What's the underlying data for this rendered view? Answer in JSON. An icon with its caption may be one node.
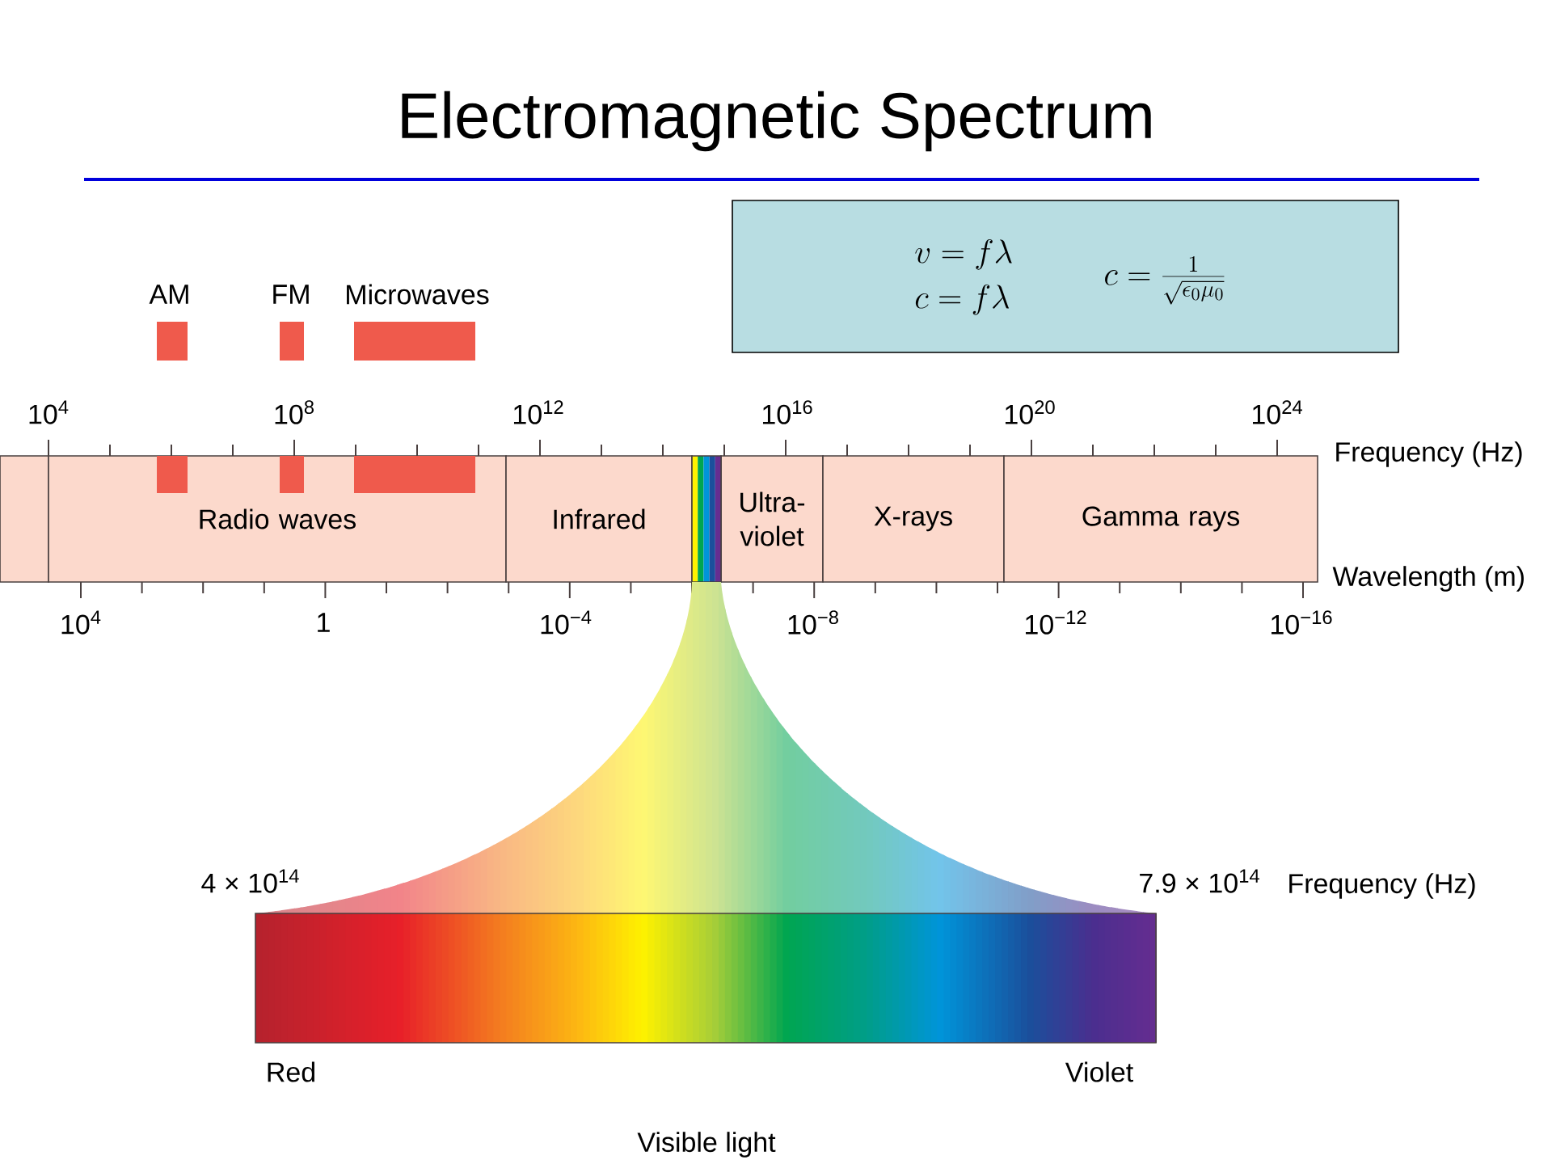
{
  "diagram": {
    "title": "Electromagnetic Spectrum",
    "nodes": [
      {
        "text": [
          "Radio waves"
        ]
      },
      {
        "text": [
          "Infrared"
        ]
      },
      {
        "text": [
          "Ultra- violet"
        ]
      },
      {
        "text": [
          "X-rays"
        ]
      },
      {
        "text": [
          "Gamma rays"
        ]
      },
      {
        "text": [
          "v = f\\lambda",
          "c = f\\lambda",
          "c = \\frac{1}{\\sqrt{\\epsilon_0 \\mu_0}}"
        ]
      },
      {
        "text": [],
        "shape": "bar",
        "beside": [
          "Red",
          "Violet",
          "Visible light"
        ]
      }
    ],
    "labels": [
      "AM",
      "FM",
      "Microwaves",
      "10$^{4}$",
      "10$^{8}$",
      "10$^{12}$",
      "10$^{16}$",
      "10$^{20}$",
      "10$^{24}$",
      "Frequency (Hz)",
      "Wavelength (m)",
      "10$^{4}$",
      "1",
      "10$^{−4}$",
      "10$^{−8}$",
      "10$^{−12}$",
      "10$^{−16}$",
      "4 × 10$^{14}$",
      "7.9 × 10$^{14}$",
      "Frequency (Hz)"
    ]
  }
}
